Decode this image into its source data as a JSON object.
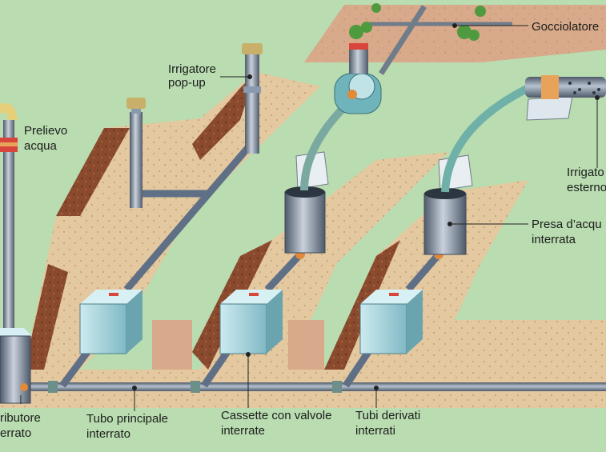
{
  "labels": {
    "gocciolatore": "Gocciolatore",
    "irrigatore_popup_1": "Irrigatore",
    "irrigatore_popup_2": "pop-up",
    "prelievo_1": "Prelievo",
    "prelievo_2": "acqua",
    "irrigatore_esterno_1": "Irrigato",
    "irrigatore_esterno_2": "esterno",
    "presa_1": "Presa d’acqu",
    "presa_2": "interrata",
    "distributore_1": "ributore",
    "distributore_2": "errato",
    "tubo_principale_1": "Tubo principale",
    "tubo_principale_2": "interrato",
    "cassette_1": "Cassette con valvole",
    "cassette_2": "interrate",
    "tubi_derivati_1": "Tubi derivati",
    "tubi_derivati_2": "interrati"
  },
  "colors": {
    "grass": "#b9dcb0",
    "soil": "#e3c8a0",
    "trench": "#8a4a2e",
    "pipe": "#5f6f86",
    "valve_box": "#a9d6de",
    "fitting": "#e08a3a",
    "hose": "#6fb0a8"
  }
}
